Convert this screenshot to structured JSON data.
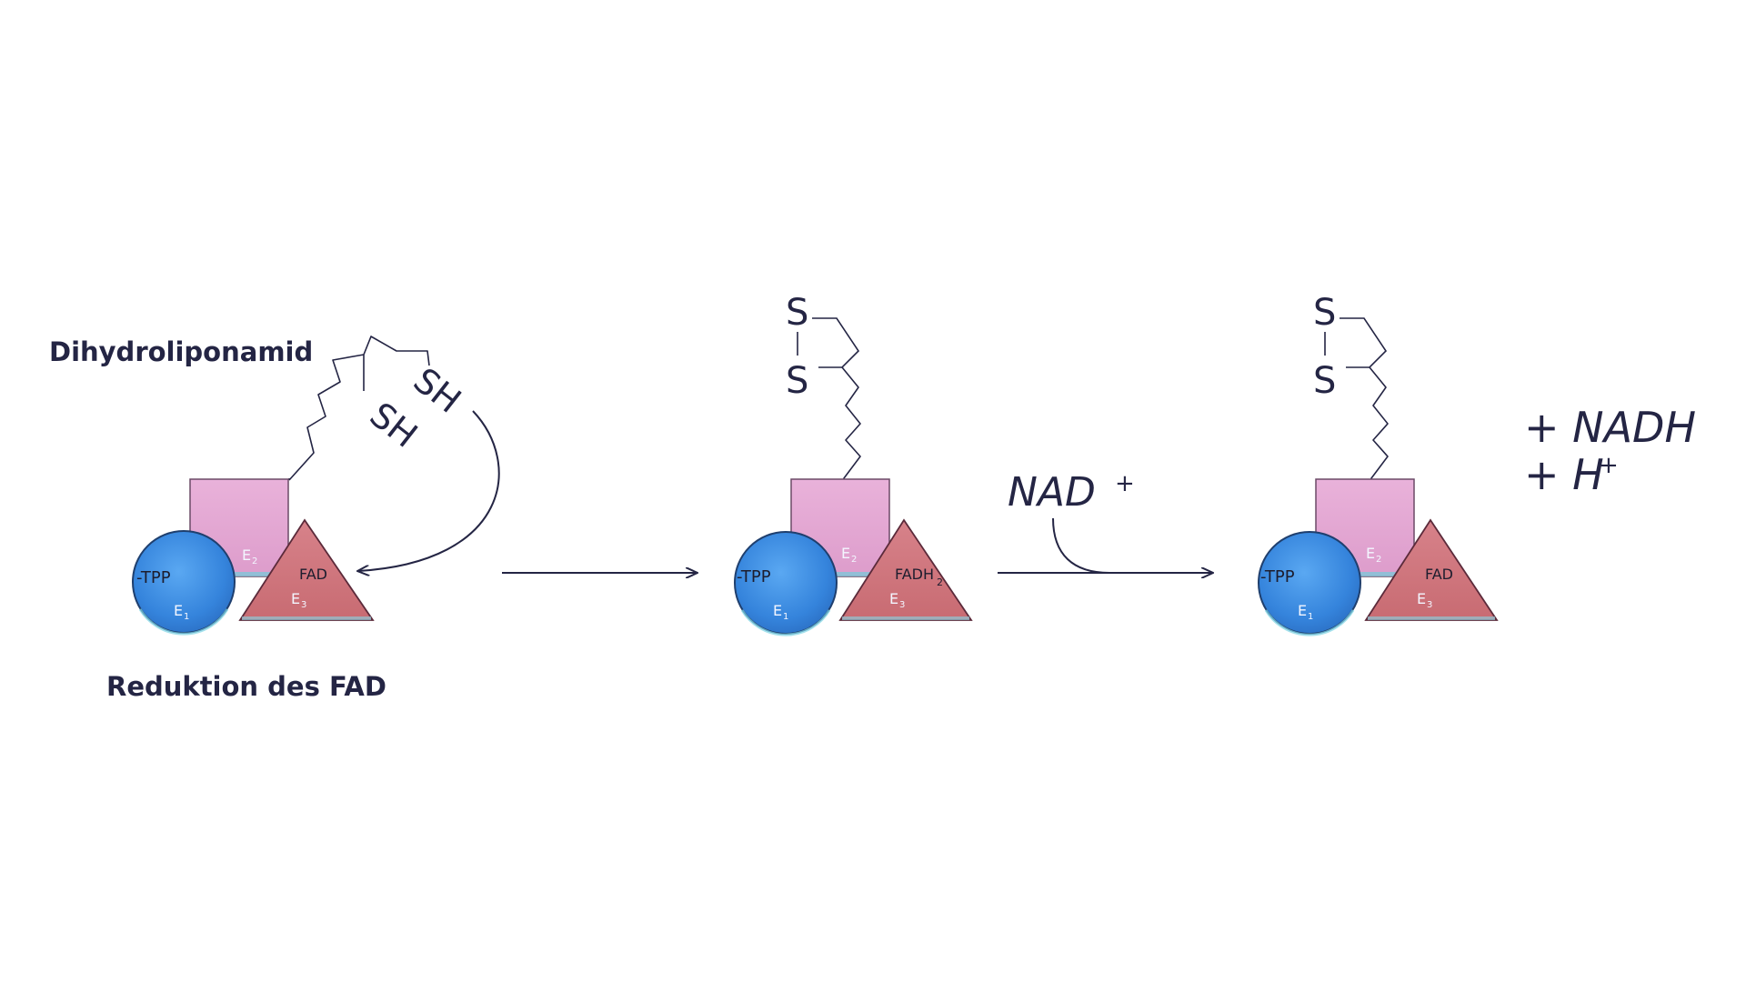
{
  "labels": {
    "substrate": "Dihydroliponamid",
    "caption": "Reduktion des FAD",
    "sh_top": "SH",
    "sh_bottom": "SH",
    "nad_plus": "NAD",
    "nad_plus_sup": "+",
    "product_nadh": "+ NADH",
    "product_h": "+ H",
    "product_h_sup": "+"
  },
  "complexes": [
    {
      "e1_label": "E",
      "e1_sub": "1",
      "e1_cofactor": "-TPP",
      "e2_label": "E",
      "e2_sub": "2",
      "e3_label": "E",
      "e3_sub": "3",
      "e3_cofactor": "FAD",
      "e3_cofactor_sub": ""
    },
    {
      "e1_label": "E",
      "e1_sub": "1",
      "e1_cofactor": "-TPP",
      "e2_label": "E",
      "e2_sub": "2",
      "e3_label": "E",
      "e3_sub": "3",
      "e3_cofactor": "FADH",
      "e3_cofactor_sub": "2"
    },
    {
      "e1_label": "E",
      "e1_sub": "1",
      "e1_cofactor": "-TPP",
      "e2_label": "E",
      "e2_sub": "2",
      "e3_label": "E",
      "e3_sub": "3",
      "e3_cofactor": "FAD",
      "e3_cofactor_sub": ""
    }
  ],
  "disulfide": {
    "s_top": "S",
    "s_bottom": "S"
  },
  "colors": {
    "e1_blue": "#3d8fe0",
    "e2_pink": "#e6a9d6",
    "e3_red": "#cf7377",
    "ink": "#242544"
  }
}
